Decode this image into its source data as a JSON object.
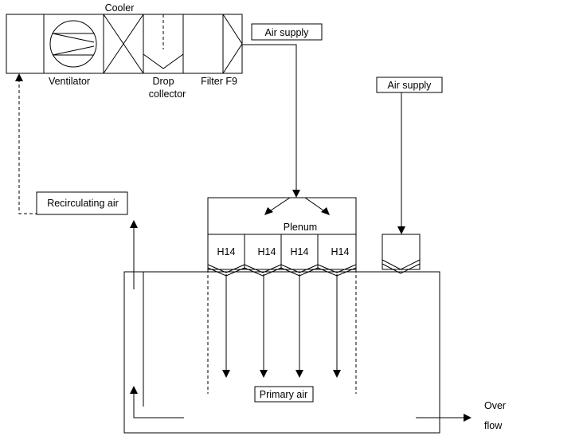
{
  "labels": {
    "cooler": "Cooler",
    "ventilator": "Ventilator",
    "drop_collector_line1": "Drop",
    "drop_collector_line2": "collector",
    "filter": "Filter F9",
    "air_supply_main": "Air supply",
    "air_supply_side": "Air supply",
    "recirculating_air": "Recirculating air",
    "plenum": "Plenum",
    "primary_air": "Primary air",
    "overflow_line1": "Over",
    "overflow_line2": "flow"
  },
  "hepa_filters": [
    "H14",
    "H14",
    "H14",
    "H14"
  ],
  "colors": {
    "stroke": "#000000",
    "background": "#ffffff"
  }
}
